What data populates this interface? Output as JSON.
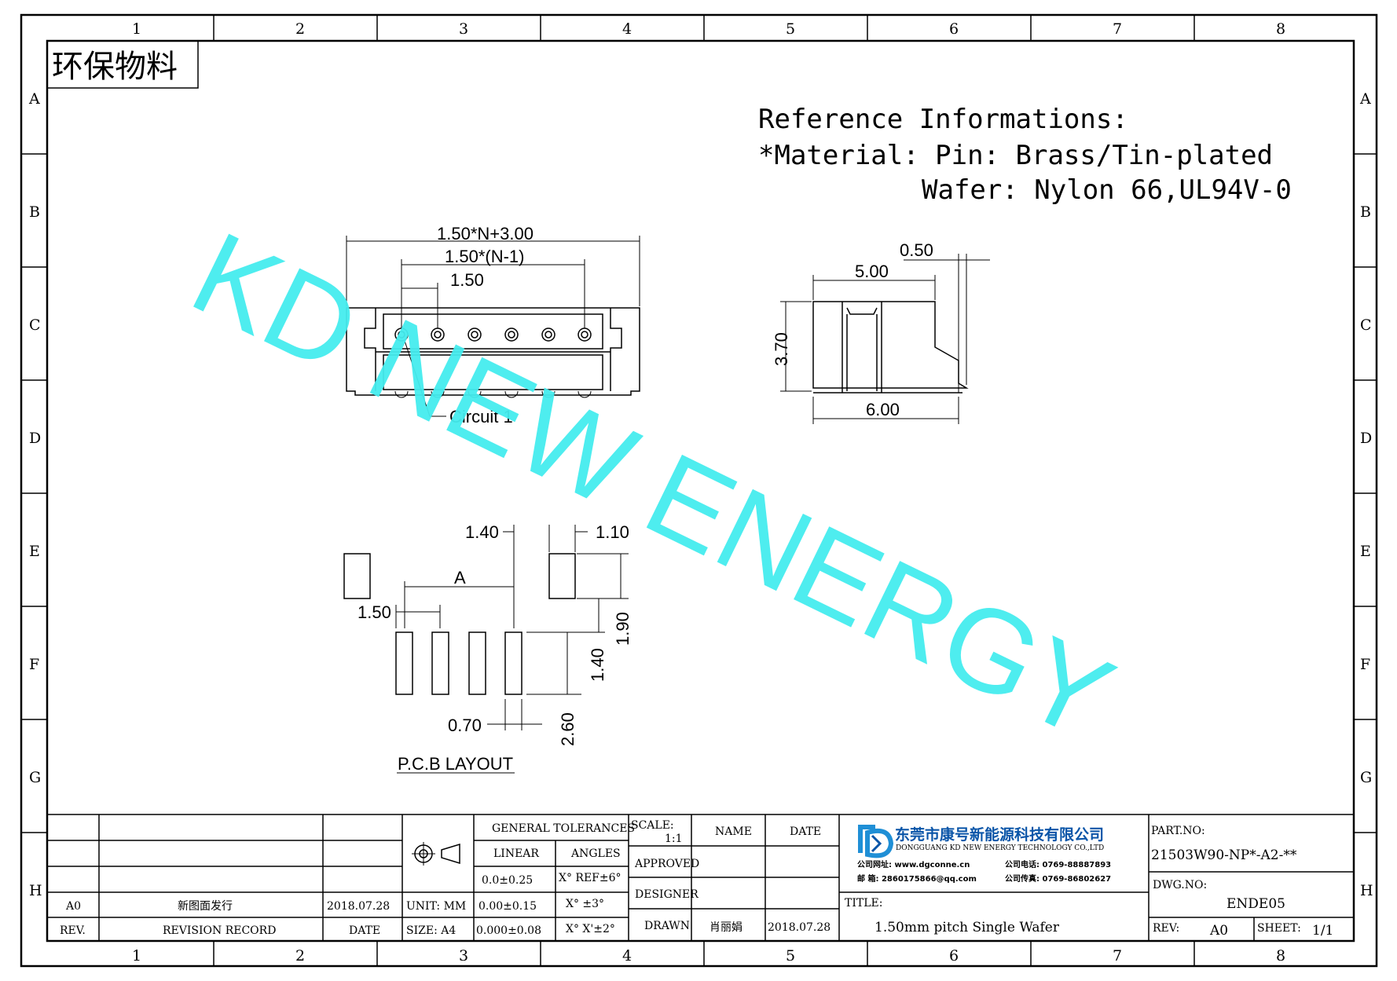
{
  "zones": {
    "columns": [
      "1",
      "2",
      "3",
      "4",
      "5",
      "6",
      "7",
      "8"
    ],
    "rows": [
      "A",
      "B",
      "C",
      "D",
      "E",
      "F",
      "G",
      "H"
    ]
  },
  "eco_label": "环保物料",
  "watermark": "KD NEW ENERGY",
  "reference": {
    "title": "Reference Informations:",
    "material": "*Material: Pin: Brass/Tin-plated",
    "wafer": "Wafer: Nylon 66,UL94V-0"
  },
  "front_view": {
    "dim_overall": "1.50*N+3.00",
    "dim_span": "1.50*(N-1)",
    "dim_pitch": "1.50",
    "circuit_label": "Circuit  1"
  },
  "side_view": {
    "dim_050": "0.50",
    "dim_500": "5.00",
    "dim_370": "3.70",
    "dim_600": "6.00"
  },
  "pcb_layout": {
    "title": "P.C.B  LAYOUT",
    "dim_140_top": "1.40",
    "dim_110": "1.10",
    "dim_A": "A",
    "dim_150": "1.50",
    "dim_190": "1.90",
    "dim_140_side": "1.40",
    "dim_070": "0.70",
    "dim_260": "2.60"
  },
  "title_block": {
    "rev_row": {
      "rev": "A0",
      "record": "新图面发行",
      "date": "2018.07.28"
    },
    "header": {
      "rev": "REV.",
      "record": "REVISION RECORD",
      "date": "DATE"
    },
    "general_tolerances": "GENERAL TOLERANCES",
    "linear": "LINEAR",
    "angles": "ANGLES",
    "tol1": "0.0±0.25",
    "tol2": "0.00±0.15",
    "tol3": "0.000±0.08",
    "ang1": "X° REF±6°",
    "ang2": "X° ±3°",
    "ang3": "X° X'±2°",
    "unit": "UNIT: MM",
    "size": "SIZE: A4",
    "scale_label": "SCALE:",
    "scale_value": "1:1",
    "name": "NAME",
    "date": "DATE",
    "approved": "APPROVED",
    "designer": "DESIGNER",
    "drawn": "DRAWN",
    "drawn_name": "肖丽娟",
    "drawn_date": "2018.07.28",
    "company_cn": "东莞市康号新能源科技有限公司",
    "company_en": "DONGGUANG KD NEW ENERGY TECHNOLOGY CO.,LTD",
    "contact1": "公司网址: www.dgconne.cn",
    "contact2": "公司电话: 0769-88887893",
    "contact3": "邮    箱: 2860175866@qq.com",
    "contact4": "公司传真: 0769-86802627",
    "title_label": "TITLE:",
    "title_value": "1.50mm pitch Single Wafer",
    "part_no_label": "PART.NO:",
    "part_no": "21503W90-NP*-A2-**",
    "dwg_no_label": "DWG.NO:",
    "dwg_no": "ENDE05",
    "rev_label": "REV:",
    "rev_value": "A0",
    "sheet_label": "SHEET:",
    "sheet_value": "1/1"
  },
  "colors": {
    "watermark": "#45ecee",
    "logo_blue": "#1f8fd6",
    "company_blue": "#0a55a8"
  }
}
